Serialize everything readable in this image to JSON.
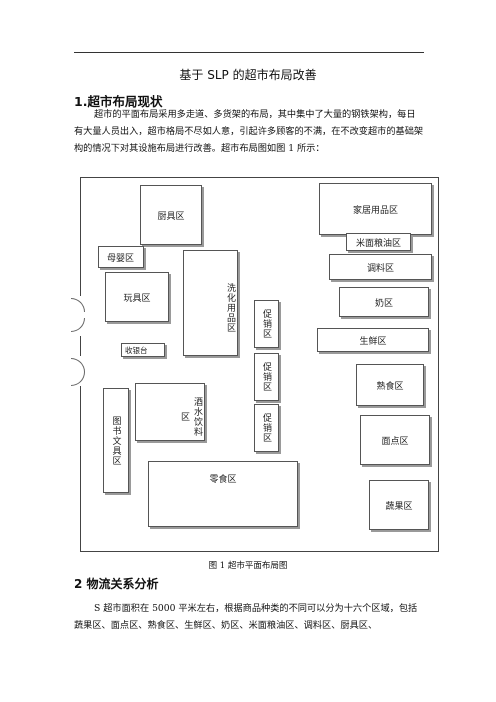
{
  "doc": {
    "title": "基于 SLP 的超市布局改善",
    "section1": "1.超市布局现状",
    "para1": "超市的平面布局采用多走道、多货架的布局，其中集中了大量的钢铁架构，每日有大量人员出入，超市格局不尽如人意，引起许多顾客的不满，在不改变超市的基础架构的情况下对其设施布局进行改善。超市布局图如图 1 所示：",
    "caption": "图 1 超市平面布局图",
    "section2": "2 物流关系分析",
    "para2": "S 超市面积在 5000 平米左右，根据商品种类的不同可以分为十六个区域，包括蔬果区、面点区、熟食区、生鲜区、奶区、米面粮油区、调料区、厨具区、"
  },
  "plan": {
    "kitchen": "厨具区",
    "home": "家居用品区",
    "rice_oil": "米面粮油区",
    "seasoning": "调料区",
    "mother_baby": "母婴区",
    "toys": "玩具区",
    "washing": "洗化用品区",
    "promo1": "促销区",
    "promo2": "促销区",
    "promo3": "促销区",
    "dairy": "奶区",
    "fresh": "生鲜区",
    "cashier": "收银台",
    "cooked": "熟食区",
    "wine": "酒水饮料区",
    "books": "图书文具区",
    "pastry": "面点区",
    "snacks": "零食区",
    "produce": "蔬果区"
  }
}
